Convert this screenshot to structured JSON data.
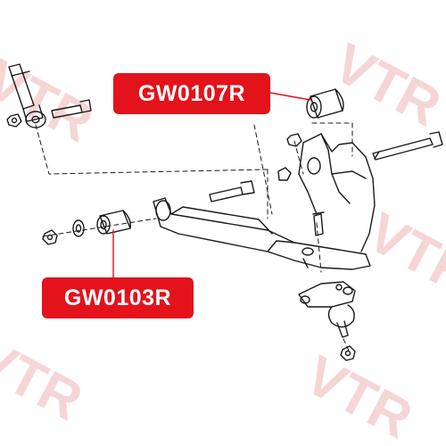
{
  "watermark": {
    "text": "VTR",
    "color": "#f4c7c9"
  },
  "callouts": [
    {
      "label": "GW0107R",
      "color": "#e3121b"
    },
    {
      "label": "GW0103R",
      "color": "#e3121b"
    }
  ]
}
